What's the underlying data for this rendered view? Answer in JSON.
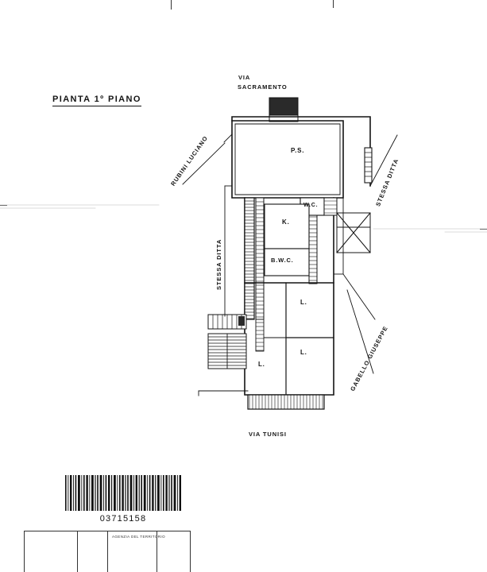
{
  "document": {
    "title": "PIANTA 1º PIANO",
    "barcode_number": "03715158",
    "stamp_note": "AGENZIA DEL TERRITORIO"
  },
  "streets": [
    {
      "name": "street-via-sacramento",
      "line1": "VIA",
      "line2": "SACRAMENTO"
    },
    {
      "name": "street-via-tunisi",
      "text": "VIA TUNISI"
    },
    {
      "name": "owner-rubini-luciano",
      "text": "RUBINI LUCIANO"
    },
    {
      "name": "owner-gabello-giuseppe",
      "text": "GABELLO GIUSEPPE"
    },
    {
      "name": "note-stessa-ditta-left",
      "text": "STESSA  DITTA"
    },
    {
      "name": "note-stessa-ditta-right",
      "text": "STESSA  DITTA"
    }
  ],
  "rooms": [
    {
      "name": "room-ps",
      "label": "P.S."
    },
    {
      "name": "room-wc",
      "label": "W.C."
    },
    {
      "name": "room-k",
      "label": "K."
    },
    {
      "name": "room-bwc",
      "label": "B.W.C."
    },
    {
      "name": "room-l-upper",
      "label": "L."
    },
    {
      "name": "room-l-middle",
      "label": "L."
    },
    {
      "name": "room-l-lower",
      "label": "L."
    }
  ],
  "colors": {
    "ink": "#141414",
    "paper": "#ffffff",
    "thin": "#333333"
  }
}
